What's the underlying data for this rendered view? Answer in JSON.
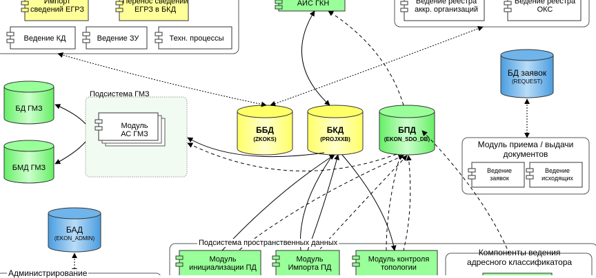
{
  "colors": {
    "yellow": "#ffff99",
    "green": "#99ff99",
    "blue": "#6fb4ea",
    "gmz_fill": "#f0fff0"
  },
  "top_left": {
    "import_egrz": "Импорт\nсведений ЕГРЗ",
    "transfer_egrz": "Перенос сведений\nЕГРЗ в БКД",
    "kd": "Ведение КД",
    "zu": "Ведение ЗУ",
    "tech": "Техн. процессы"
  },
  "ais_gkn": "АИС ГКН",
  "top_right": {
    "accr": "Ведение реестра\nаккр. организаций",
    "oks": "Ведение реестра\nОКС"
  },
  "databases": {
    "bd_gmz": "БД ГМЗ",
    "bmd_gmz": "БМД ГМЗ",
    "bbd": {
      "name": "ББД",
      "sub": "(ZKOKS)"
    },
    "bkd": {
      "name": "БКД",
      "sub": "(PROJXXB)"
    },
    "bpd": {
      "name": "БПД",
      "sub": "(EKON_SDO_DB)"
    },
    "bd_zayavok": {
      "name": "БД заявок",
      "sub": "(REQUEST)"
    },
    "bad": {
      "name": "БАД",
      "sub": "(EKON_ADMIN)"
    }
  },
  "gmz": {
    "title": "Подсистема ГМЗ",
    "module": "Модуль\nАС ГМЗ"
  },
  "reception": {
    "title": "Модуль приема / выдачи\nдокументов",
    "zayavok": "Ведение\nзаявок",
    "outgoing": "Ведение\nисходящих"
  },
  "spatial": {
    "title": "Подсистема пространственных данных",
    "init": "Модуль\nинициализации ПД",
    "import": "Модуль\nИмпорта ПД",
    "topology": "Модуль контроля\nтопологии"
  },
  "address": {
    "title": "Компоненты ведения\nадресного классификатора"
  },
  "admin": {
    "title": "Администрирование"
  }
}
